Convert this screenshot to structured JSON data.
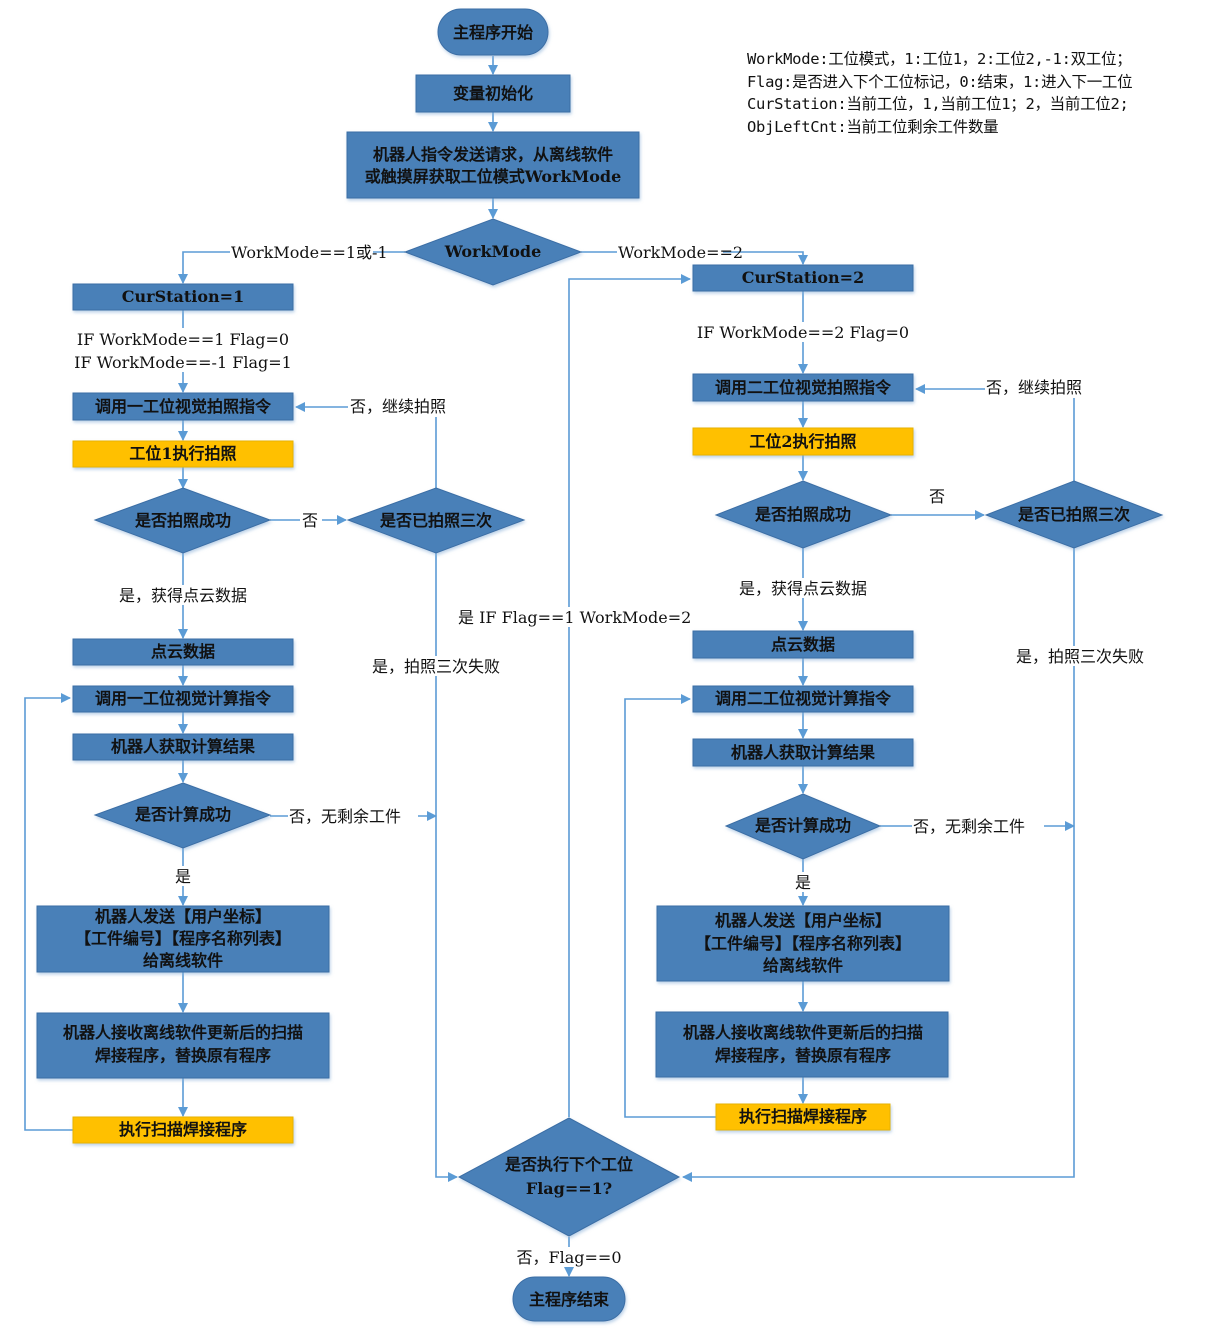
{
  "legend": [
    "WorkMode:工位模式，1:工位1，2:工位2,-1:双工位；",
    "Flag:是否进入下个工位标记，0:结束，1:进入下一工位",
    "CurStation:当前工位，1,当前工位1；2，当前工位2;",
    "ObjLeftCnt:当前工位剩余工件数量"
  ],
  "colors": {
    "process": "#4a80b8",
    "highlight": "#ffc000",
    "connector": "#5b9bd5"
  },
  "main": {
    "start": "主程序开始",
    "init": "变量初始化",
    "request_line1": "机器人指令发送请求，从离线软件",
    "request_line2": "或触摸屏获取工位模式WorkMode",
    "decision": "WorkMode",
    "branch_left": "WorkMode==1或-1",
    "branch_right": "WorkMode==2",
    "next_station_line1": "是否执行下个工位",
    "next_station_line2": "Flag==1?",
    "next_yes": "是 IF Flag==1 WorkMode=2",
    "end_label": "否，Flag==0",
    "end": "主程序结束"
  },
  "station1": {
    "cur": "CurStation=1",
    "cond_line1": "IF WorkMode==1 Flag=0",
    "cond_line2": "IF WorkMode==-1 Flag=1",
    "photo_cmd": "调用一工位视觉拍照指令",
    "retry_label": "否，继续拍照",
    "photo_exec": "工位1执行拍照",
    "photo_ok": "是否拍照成功",
    "photo_no": "否",
    "photo_three": "是否已拍照三次",
    "photo_yes": "是，获得点云数据",
    "photo_fail": "是，拍照三次失败",
    "cloud": "点云数据",
    "calc_cmd": "调用一工位视觉计算指令",
    "get_result": "机器人获取计算结果",
    "calc_ok": "是否计算成功",
    "calc_no": "否，无剩余工件",
    "calc_yes": "是",
    "send_line1": "机器人发送【用户坐标】",
    "send_line2": "【工件编号】【程序名称列表】",
    "send_line3": "给离线软件",
    "recv_line1": "机器人接收离线软件更新后的扫描",
    "recv_line2": "焊接程序，替换原有程序",
    "exec_weld": "执行扫描焊接程序"
  },
  "station2": {
    "cur": "CurStation=2",
    "cond_line1": "IF WorkMode==2 Flag=0",
    "photo_cmd": "调用二工位视觉拍照指令",
    "retry_label": "否，继续拍照",
    "photo_exec": "工位2执行拍照",
    "photo_ok": "是否拍照成功",
    "photo_no": "否",
    "photo_three": "是否已拍照三次",
    "photo_yes": "是，获得点云数据",
    "photo_fail": "是，拍照三次失败",
    "cloud": "点云数据",
    "calc_cmd": "调用二工位视觉计算指令",
    "get_result": "机器人获取计算结果",
    "calc_ok": "是否计算成功",
    "calc_no": "否，无剩余工件",
    "calc_yes": "是",
    "send_line1": "机器人发送【用户坐标】",
    "send_line2": "【工件编号】【程序名称列表】",
    "send_line3": "给离线软件",
    "recv_line1": "机器人接收离线软件更新后的扫描",
    "recv_line2": "焊接程序，替换原有程序",
    "exec_weld": "执行扫描焊接程序"
  }
}
